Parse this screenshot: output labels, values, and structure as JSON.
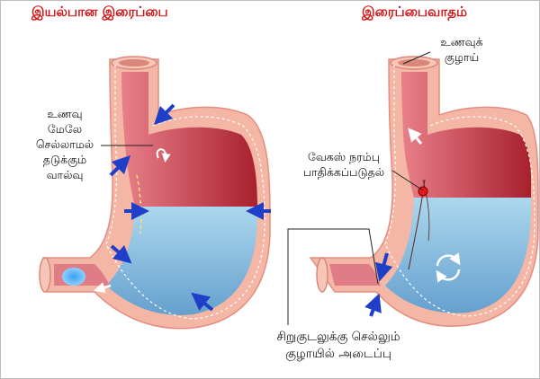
{
  "headings": {
    "left": "இயல்பான இரைப்பை",
    "right": "இரைப்பைவாதம்"
  },
  "labels": {
    "valve_lines": [
      "உணவு",
      "மேலே",
      "செல்லாமல்",
      "தடுக்கும்",
      "வால்வு"
    ],
    "food_pipe_lines": [
      "உணவுக்",
      "குழாய்"
    ],
    "vagus_lines": [
      "வேகஸ் நரம்பு",
      "பாதிக்கப்படுதல்"
    ],
    "blockage_lines": [
      "சிறுகுடலுக்கு செல்லும்",
      "குழாயில் அடைப்பு"
    ]
  },
  "colors": {
    "heading": "#d01616",
    "stomach_wall": "#f4b7a6",
    "stomach_inner": "#c83848",
    "fluid": "#8ecbea",
    "arrow": "#1f3fc8"
  },
  "icons": {
    "pressure_arrow": "blue-arrow-icon",
    "churn": "circular-arrows-icon",
    "nerve_damage": "red-dot-icon"
  }
}
